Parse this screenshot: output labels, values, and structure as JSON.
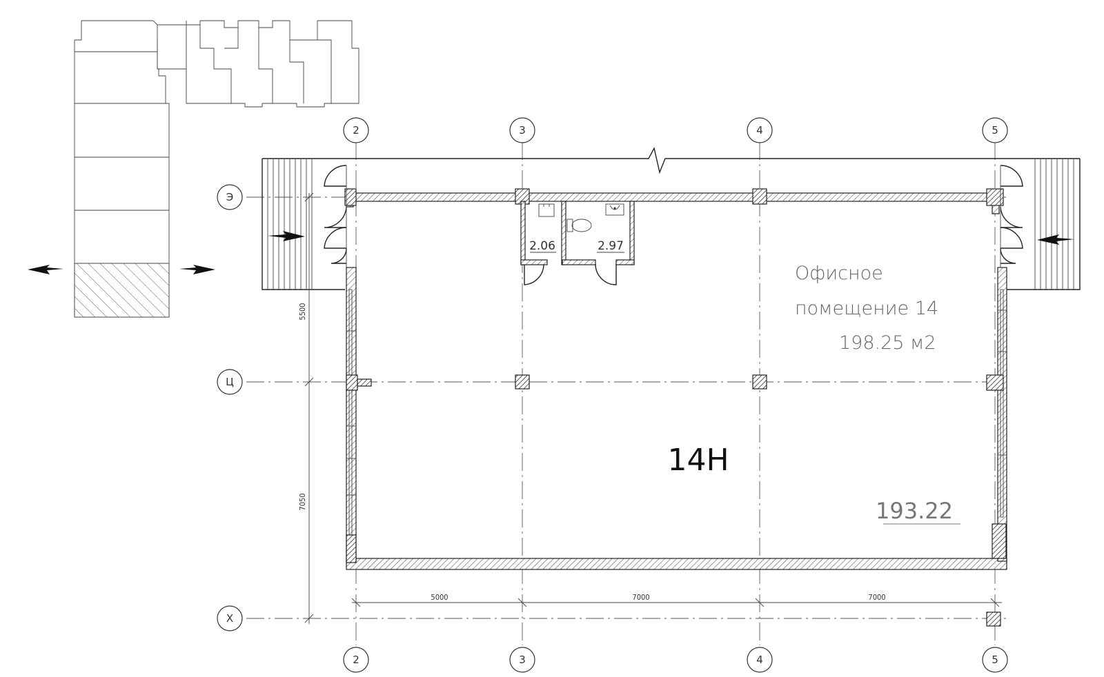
{
  "grid_axes": {
    "vertical": [
      "2",
      "3",
      "4",
      "5"
    ],
    "horizontal": [
      "Э",
      "Ц",
      "Х"
    ]
  },
  "dimensions": {
    "horizontal": [
      "5000",
      "7000",
      "7000"
    ],
    "vertical": [
      "5500",
      "7050"
    ]
  },
  "room": {
    "name_line1": "Офисное",
    "name_line2": "помещение 14",
    "area_line": "198.25 м2"
  },
  "unit_label": "14Н",
  "main_area": "193.22",
  "bathroom_areas": [
    "2.06",
    "2.97"
  ],
  "icons": [
    "entrance-arrow-icon",
    "sink-icon",
    "toilet-icon",
    "door-swing-icon"
  ]
}
